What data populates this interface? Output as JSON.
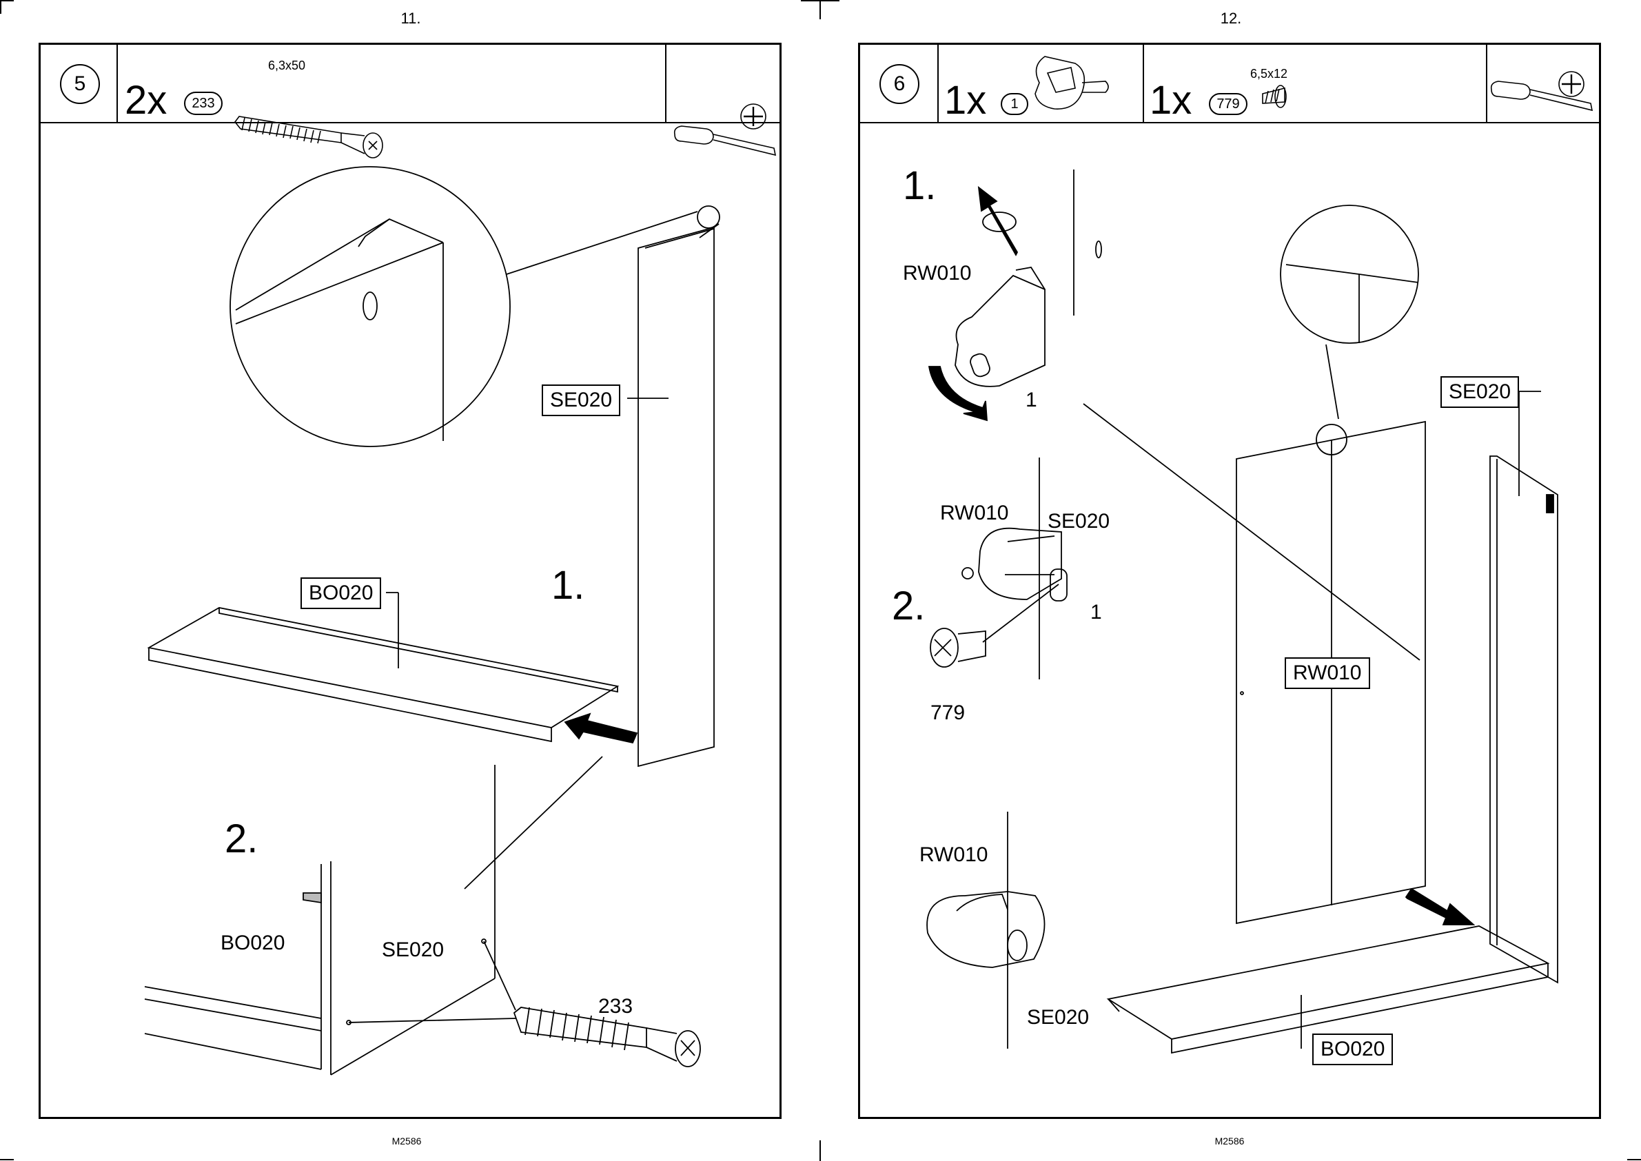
{
  "pages": [
    {
      "page_number": "11.",
      "footer": "M2586",
      "step": "5",
      "parts": [
        {
          "qty": "2x",
          "part_no": "233",
          "spec": "6,3x50"
        }
      ],
      "icons": [
        "screwdriver-icon",
        "phillips-head-icon"
      ],
      "labels": {
        "se020_top": "SE020",
        "bo020_top": "BO020",
        "step1": "1.",
        "step2": "2.",
        "bo020_bottom": "BO020",
        "se020_bottom": "SE020",
        "screw_233": "233"
      }
    },
    {
      "page_number": "12.",
      "footer": "M2586",
      "step": "6",
      "parts": [
        {
          "qty": "1x",
          "part_no": "1",
          "spec": ""
        },
        {
          "qty": "1x",
          "part_no": "779",
          "spec": "6,5x12"
        }
      ],
      "icons": [
        "screwdriver-icon",
        "phillips-head-icon"
      ],
      "labels": {
        "step1": "1.",
        "rw010_a": "RW010",
        "part1_a": "1",
        "rw010_b": "RW010",
        "se020_b": "SE020",
        "step2": "2.",
        "part1_b": "1",
        "screw_779": "779",
        "rw010_c": "RW010",
        "se020_c": "SE020",
        "se020_box": "SE020",
        "rw010_box": "RW010",
        "bo020_box": "BO020"
      }
    }
  ]
}
